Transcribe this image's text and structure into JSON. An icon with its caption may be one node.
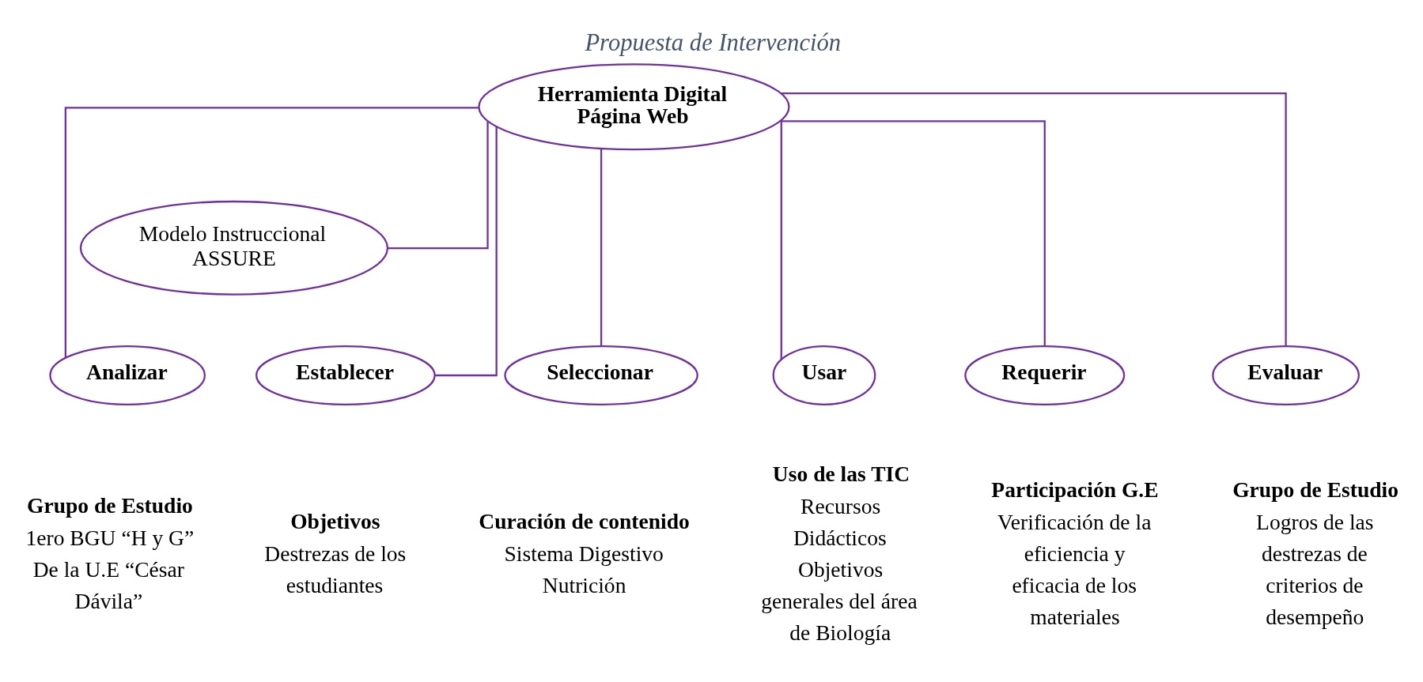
{
  "diagram": {
    "title": "Propuesta de Intervención",
    "nodes": [
      {
        "text": [
          "Herramienta Digital Página Web"
        ]
      },
      {
        "text": [
          "Modelo Instruccional ASSURE"
        ]
      },
      {
        "text": [
          "Analizar"
        ],
        "beside": [
          "Grupo de Estudio",
          "1ero BGU “H y G” De la U.E “César Dávila”"
        ]
      },
      {
        "text": [
          "Establecer"
        ],
        "beside": [
          "Objetivos",
          "Destrezas de los estudiantes"
        ]
      },
      {
        "text": [
          "Seleccionar"
        ],
        "beside": [
          "Curación de contenido",
          "Sistema Digestivo Nutrición"
        ]
      },
      {
        "text": [
          "Usar"
        ],
        "beside": [
          "Uso de las TIC",
          "Recursos Didácticos Objetivos generales del área de Biología"
        ]
      },
      {
        "text": [
          "Requerir"
        ],
        "beside": [
          "Participación G.E",
          "Verificación de la eficiencia y eficacia de los materiales"
        ]
      },
      {
        "text": [
          "Evaluar"
        ],
        "beside": [
          "Grupo de Estudio",
          "Logros de las destrezas de criterios de desempeño"
        ]
      }
    ],
    "edges": [
      {
        "from": 0,
        "to": 1,
        "arrow": "none"
      },
      {
        "from": 0,
        "to": 2,
        "arrow": "none"
      },
      {
        "from": 0,
        "to": 3,
        "arrow": "none"
      },
      {
        "from": 0,
        "to": 4,
        "arrow": "none"
      },
      {
        "from": 0,
        "to": 5,
        "arrow": "none"
      },
      {
        "from": 0,
        "to": 6,
        "arrow": "none"
      },
      {
        "from": 0,
        "to": 7,
        "arrow": "none"
      }
    ]
  }
}
